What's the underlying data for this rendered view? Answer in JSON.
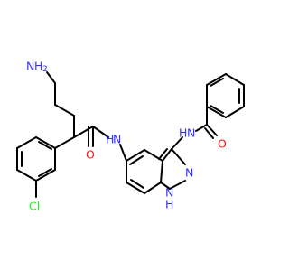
{
  "colors": {
    "bond": "#000000",
    "carbon": "#000000",
    "nitrogen": "#3333ff",
    "oxygen": "#ff0d0d",
    "chlorine": "#1ff01f"
  },
  "atoms": {
    "amine_n": "N",
    "amine_h2": "H",
    "amine_sub": "2",
    "amide_nh_h": "H",
    "amide_nh_n": "N",
    "carbonyl_o1": "O",
    "amide2_nh_h": "H",
    "amide2_nh_n": "N",
    "carbonyl_o2": "O",
    "chloro": "Cl",
    "ring_n1": "N",
    "ring_n1_h": "H",
    "ring_n2": "N"
  }
}
